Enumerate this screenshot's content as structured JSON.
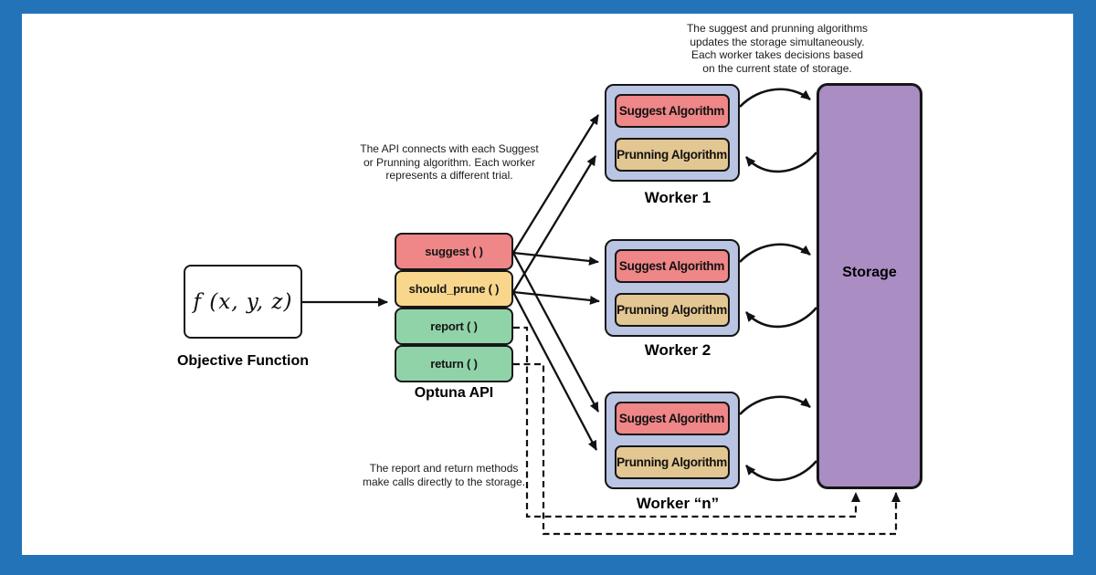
{
  "colors": {
    "frame_blue": "#2273b8",
    "canvas_white": "#ffffff",
    "suggest_red": "#ef8688",
    "should_prune_yellow": "#f8d78d",
    "report_return_green": "#91d3a9",
    "prunning_tan": "#e3c792",
    "worker_blue": "#bac5e3",
    "storage_purple": "#a98dc3",
    "outline_black": "#161616"
  },
  "objective": {
    "formula": "f (x, y, z)",
    "label": "Objective Function"
  },
  "api": {
    "label": "Optuna API",
    "methods": {
      "suggest": "suggest ( )",
      "should_prune": "should_prune ( )",
      "report": "report ( )",
      "return": "return ( )"
    }
  },
  "workers": [
    {
      "label": "Worker 1",
      "suggest_algorithm": "Suggest Algorithm",
      "prunning_algorithm": "Prunning Algorithm"
    },
    {
      "label": "Worker 2",
      "suggest_algorithm": "Suggest Algorithm",
      "prunning_algorithm": "Prunning Algorithm"
    },
    {
      "label": "Worker “n”",
      "suggest_algorithm": "Suggest Algorithm",
      "prunning_algorithm": "Prunning Algorithm"
    }
  ],
  "storage": {
    "label": "Storage"
  },
  "annotations": {
    "simultaneous_update": "The suggest and prunning algorithms\nupdates the storage simultaneously.\nEach worker takes decisions based\non the current state of storage.",
    "api_connects": "The API connects with each Suggest\nor Prunning algorithm. Each worker\nrepresents a different trial.",
    "direct_calls": "The report and return methods\nmake calls directly to the storage."
  }
}
